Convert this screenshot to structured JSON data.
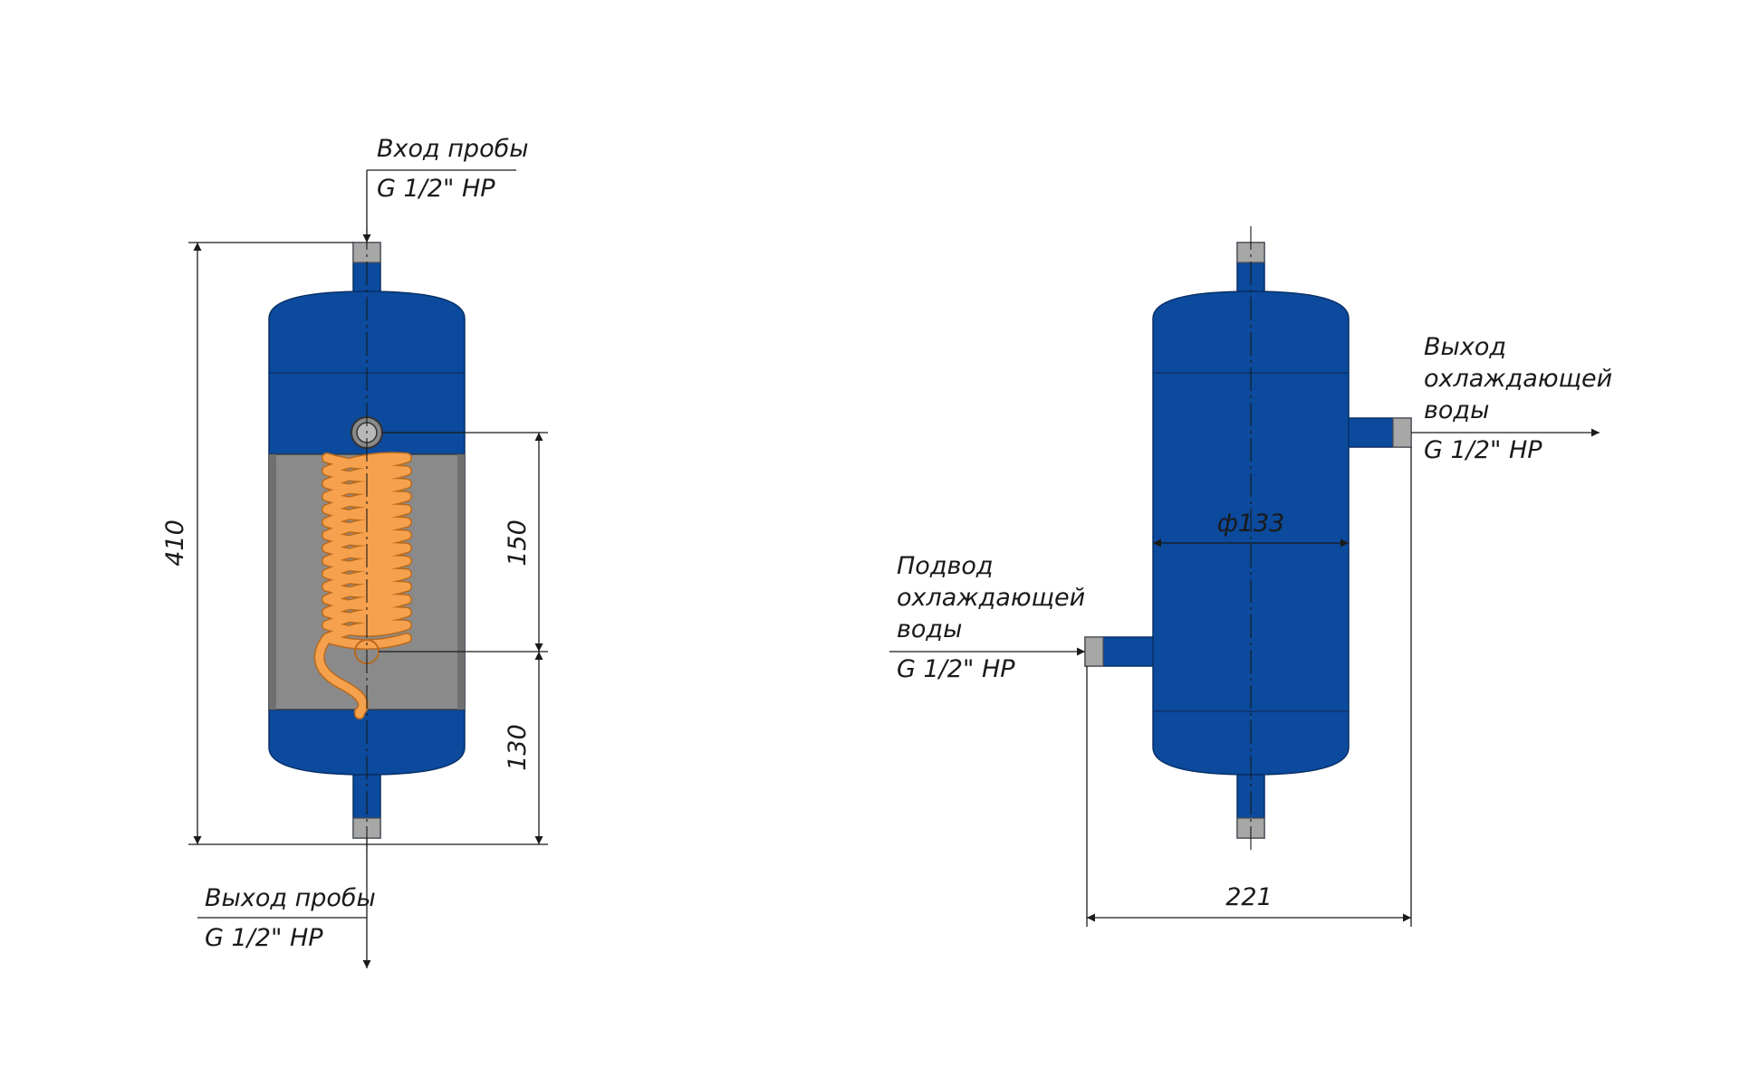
{
  "colors": {
    "body": "#0b4a9c",
    "thread": "#a7a7a7",
    "section": "#8a8a8a",
    "coil": "#f5a14e",
    "line": "#1a1a1a"
  },
  "front_view": {
    "inlet": {
      "title": "Вход пробы",
      "thread": "G 1/2\" НР"
    },
    "outlet": {
      "title": "Выход пробы",
      "thread": "G 1/2\" НР"
    },
    "dimensions": {
      "total_height": "410",
      "upper_section": "150",
      "lower_section": "130"
    }
  },
  "side_view": {
    "cooling_inlet": {
      "line1": "Подвод",
      "line2": "охлаждающей",
      "line3": "воды",
      "thread": "G 1/2\" НР"
    },
    "cooling_outlet": {
      "line1": "Выход",
      "line2": "охлаждающей",
      "line3": "воды",
      "thread": "G 1/2\" НР"
    },
    "dimensions": {
      "diameter": "ф133",
      "width": "221"
    }
  }
}
